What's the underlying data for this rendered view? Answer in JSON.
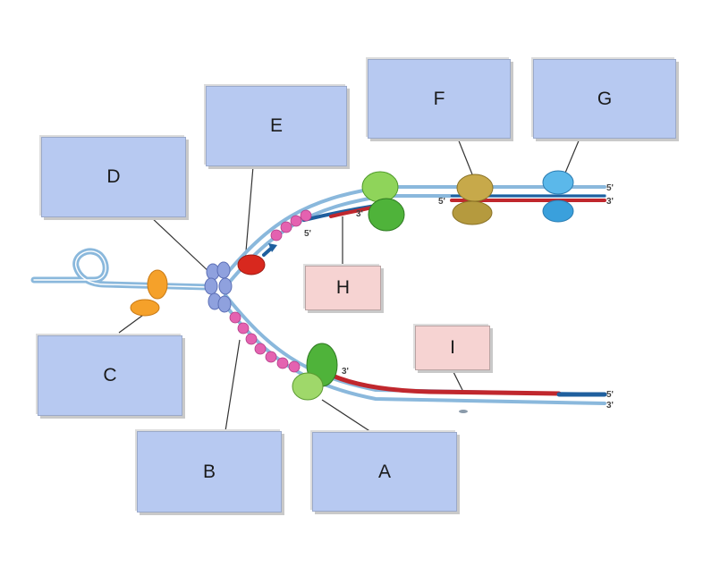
{
  "labels": {
    "A": "A",
    "B": "B",
    "C": "C",
    "D": "D",
    "E": "E",
    "F": "F",
    "G": "G",
    "H": "H",
    "I": "I"
  },
  "strand_ends": {
    "top_right_5": "5'",
    "top_right_3": "3'",
    "top_inner_5": "5'",
    "leading_3": "3'",
    "primer_5": "5'",
    "bottom_3": "3'",
    "bottom_right_5": "5'",
    "bottom_right_3": "3'"
  },
  "colors": {
    "box_blue": "#b7c9f1",
    "box_pink": "#f6d3d2",
    "dna_light": "#8ab8dc",
    "dna_dark": "#1f5f9e",
    "new_strand": "#c0272d",
    "helicase": "#7f93d6",
    "topoisomerase": "#f5a12a",
    "primase": "#d8281e",
    "ssb": "#e462b0",
    "polymerase": "#6cc24a",
    "ligase": "#b59a3e",
    "clamp": "#3aa0dc"
  }
}
